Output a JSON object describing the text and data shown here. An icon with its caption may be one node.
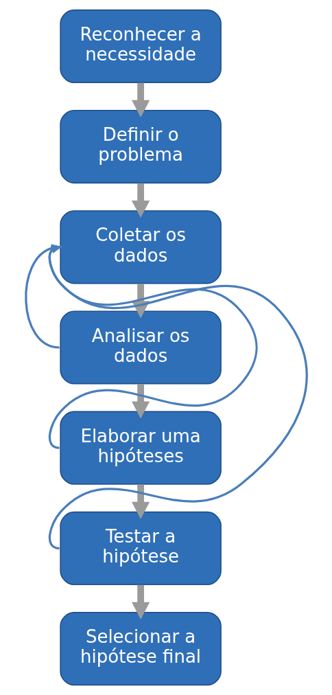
{
  "diagram": {
    "nodes": [
      {
        "text": [
          "Reconhecer a necessidade"
        ]
      },
      {
        "text": [
          "Definir o problema"
        ]
      },
      {
        "text": [
          "Coletar os dados"
        ]
      },
      {
        "text": [
          "Analisar os dados"
        ]
      },
      {
        "text": [
          "Elaborar uma hipóteses"
        ]
      },
      {
        "text": [
          "Testar a hipótese"
        ]
      },
      {
        "text": [
          "Selecionar a hipótese final"
        ]
      }
    ],
    "edges": [
      {
        "from": 0,
        "to": 1,
        "arrow": "to"
      },
      {
        "from": 1,
        "to": 2,
        "arrow": "to"
      },
      {
        "from": 2,
        "to": 3,
        "arrow": "to"
      },
      {
        "from": 3,
        "to": 4,
        "arrow": "to"
      },
      {
        "from": 4,
        "to": 5,
        "arrow": "to"
      },
      {
        "from": 5,
        "to": 6,
        "arrow": "to"
      },
      {
        "from": 3,
        "to": 2,
        "arrow": "to",
        "color": "#4a7ebb"
      },
      {
        "from": 4,
        "to": 2,
        "arrow": "to",
        "color": "#4a7ebb"
      },
      {
        "from": 5,
        "to": 2,
        "arrow": "to",
        "color": "#4a7ebb"
      }
    ]
  }
}
